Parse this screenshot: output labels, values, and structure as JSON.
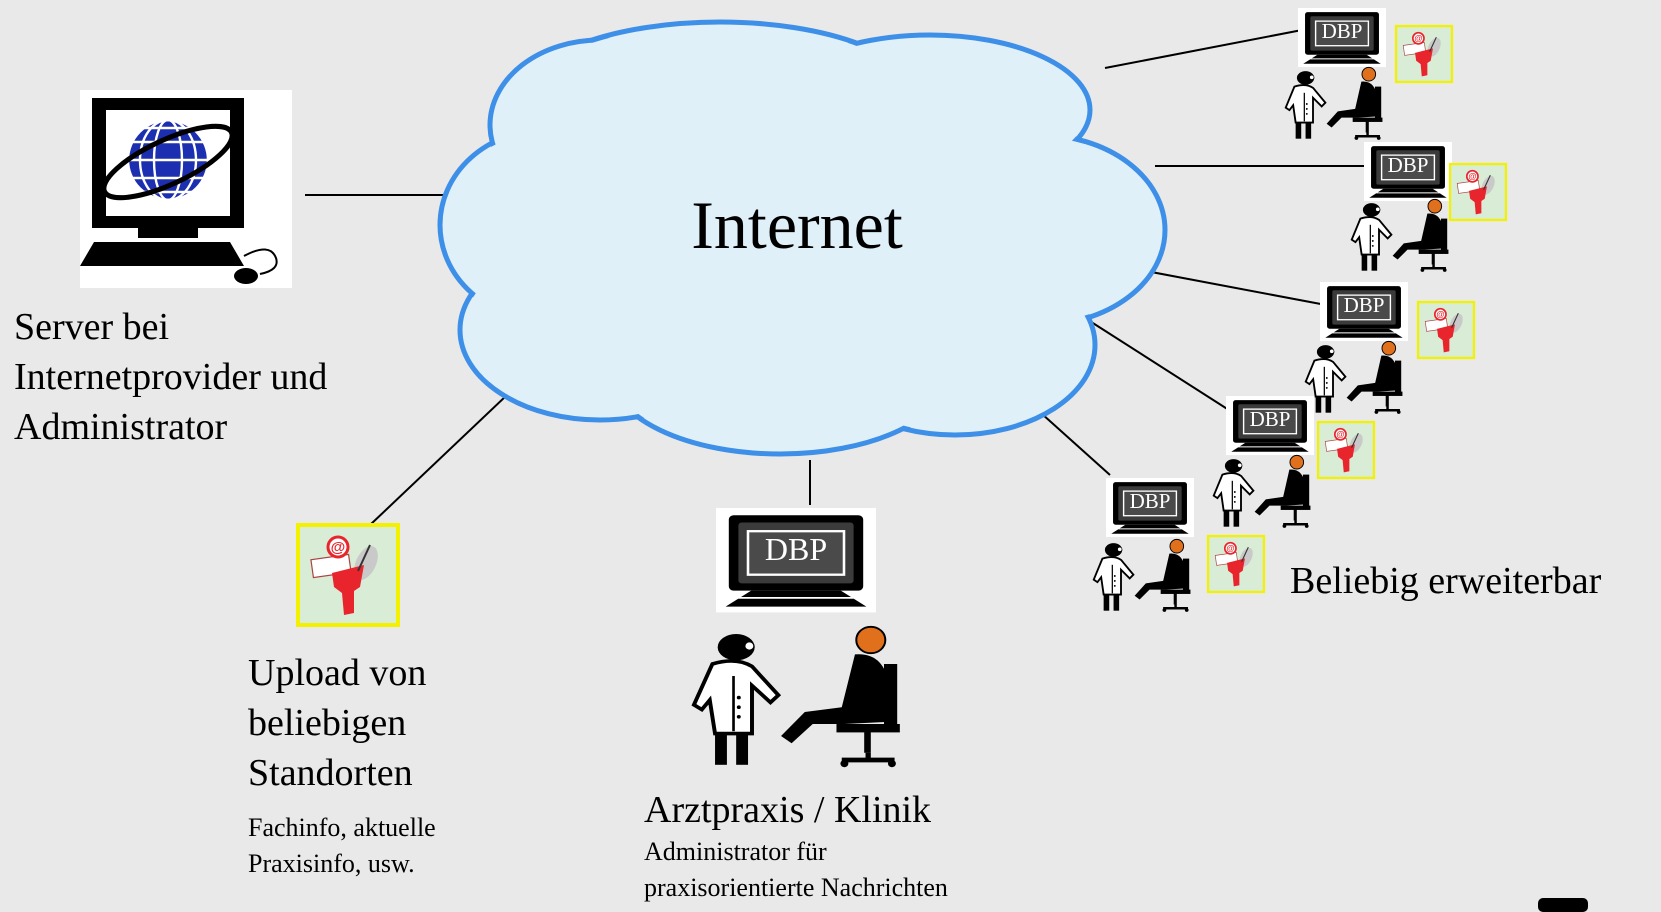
{
  "cloud": {
    "label": "Internet"
  },
  "server": {
    "lines": [
      "Server bei",
      "Internetprovider und",
      "Administrator"
    ]
  },
  "upload": {
    "lines": [
      "Upload von",
      "beliebigen",
      "Standorten"
    ],
    "sub_lines": [
      "Fachinfo, aktuelle",
      "Praxisinfo, usw."
    ]
  },
  "practice": {
    "monitor_label": "DBP",
    "title": "Arztpraxis / Klinik",
    "sub_lines": [
      "Administrator für",
      "praxisorientierte Nachrichten"
    ]
  },
  "clients": {
    "monitor_label": "DBP",
    "caption": "Beliebig erweiterbar"
  },
  "colors": {
    "background": "#e9e9e9",
    "cloud_fill": "#dff0f8",
    "cloud_stroke": "#3d8fe8",
    "globe": "#1c2fb0",
    "badge_border": "#f3f000",
    "badge_bg": "#d8ecd6",
    "funnel_red": "#e8252c",
    "head_orange": "#e0701c"
  },
  "icons": [
    "computer-globe-icon",
    "monitor-icon",
    "doctor-patient-icon",
    "email-funnel-icon",
    "cloud-icon"
  ]
}
